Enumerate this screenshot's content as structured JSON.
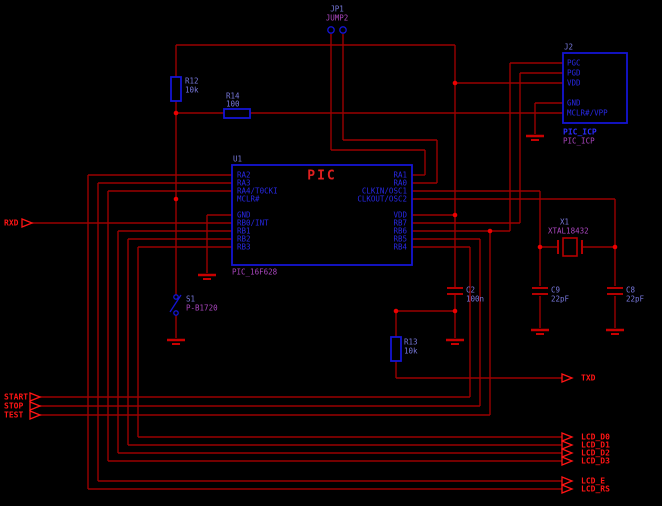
{
  "colors": {
    "background": "#000000",
    "wire": "#9b0000",
    "component_blue": "#1414d4",
    "accent_red": "#ff1414",
    "passive_red": "#b40000",
    "label_blue": "#7878dc",
    "value_purple": "#aa46be",
    "pin_blue": "#2828e6"
  },
  "components": {
    "u1": {
      "ref": "U1",
      "title": "PIC",
      "value": "PIC_16F628",
      "left_pins": [
        "RA2",
        "RA3",
        "RA4/T0CKI",
        "MCLR#",
        "GND",
        "RB0/INT",
        "RB1",
        "RB2",
        "RB3"
      ],
      "right_pins": [
        "RA1",
        "RA0",
        "CLKIN/OSC1",
        "CLKOUT/OSC2",
        "VDD",
        "RB7",
        "RB6",
        "RB5",
        "RB4"
      ]
    },
    "j2": {
      "ref": "J2",
      "label": "PIC_ICP",
      "value": "PIC_ICP",
      "pins": [
        "PGC",
        "PGD",
        "VDD",
        "GND",
        "MCLR#/VPP"
      ]
    },
    "jp1": {
      "ref": "JP1",
      "value": "JUMP2"
    },
    "r12": {
      "ref": "R12",
      "value": "10k"
    },
    "r13": {
      "ref": "R13",
      "value": "10k"
    },
    "r14": {
      "ref": "R14",
      "value": "100"
    },
    "c2": {
      "ref": "C2",
      "value": "100n"
    },
    "c8": {
      "ref": "C8",
      "value": "22pF"
    },
    "c9": {
      "ref": "C9",
      "value": "22pF"
    },
    "x1": {
      "ref": "X1",
      "value": "XTAL18432"
    },
    "s1": {
      "ref": "S1",
      "value": "P-B1720"
    }
  },
  "ports": {
    "rxd": "RXD",
    "txd": "TXD",
    "start": "START",
    "stop": "STOP",
    "test": "TEST",
    "lcd": [
      "LCD_D0",
      "LCD_D1",
      "LCD_D2",
      "LCD_D3",
      "LCD_E",
      "LCD_RS"
    ]
  }
}
